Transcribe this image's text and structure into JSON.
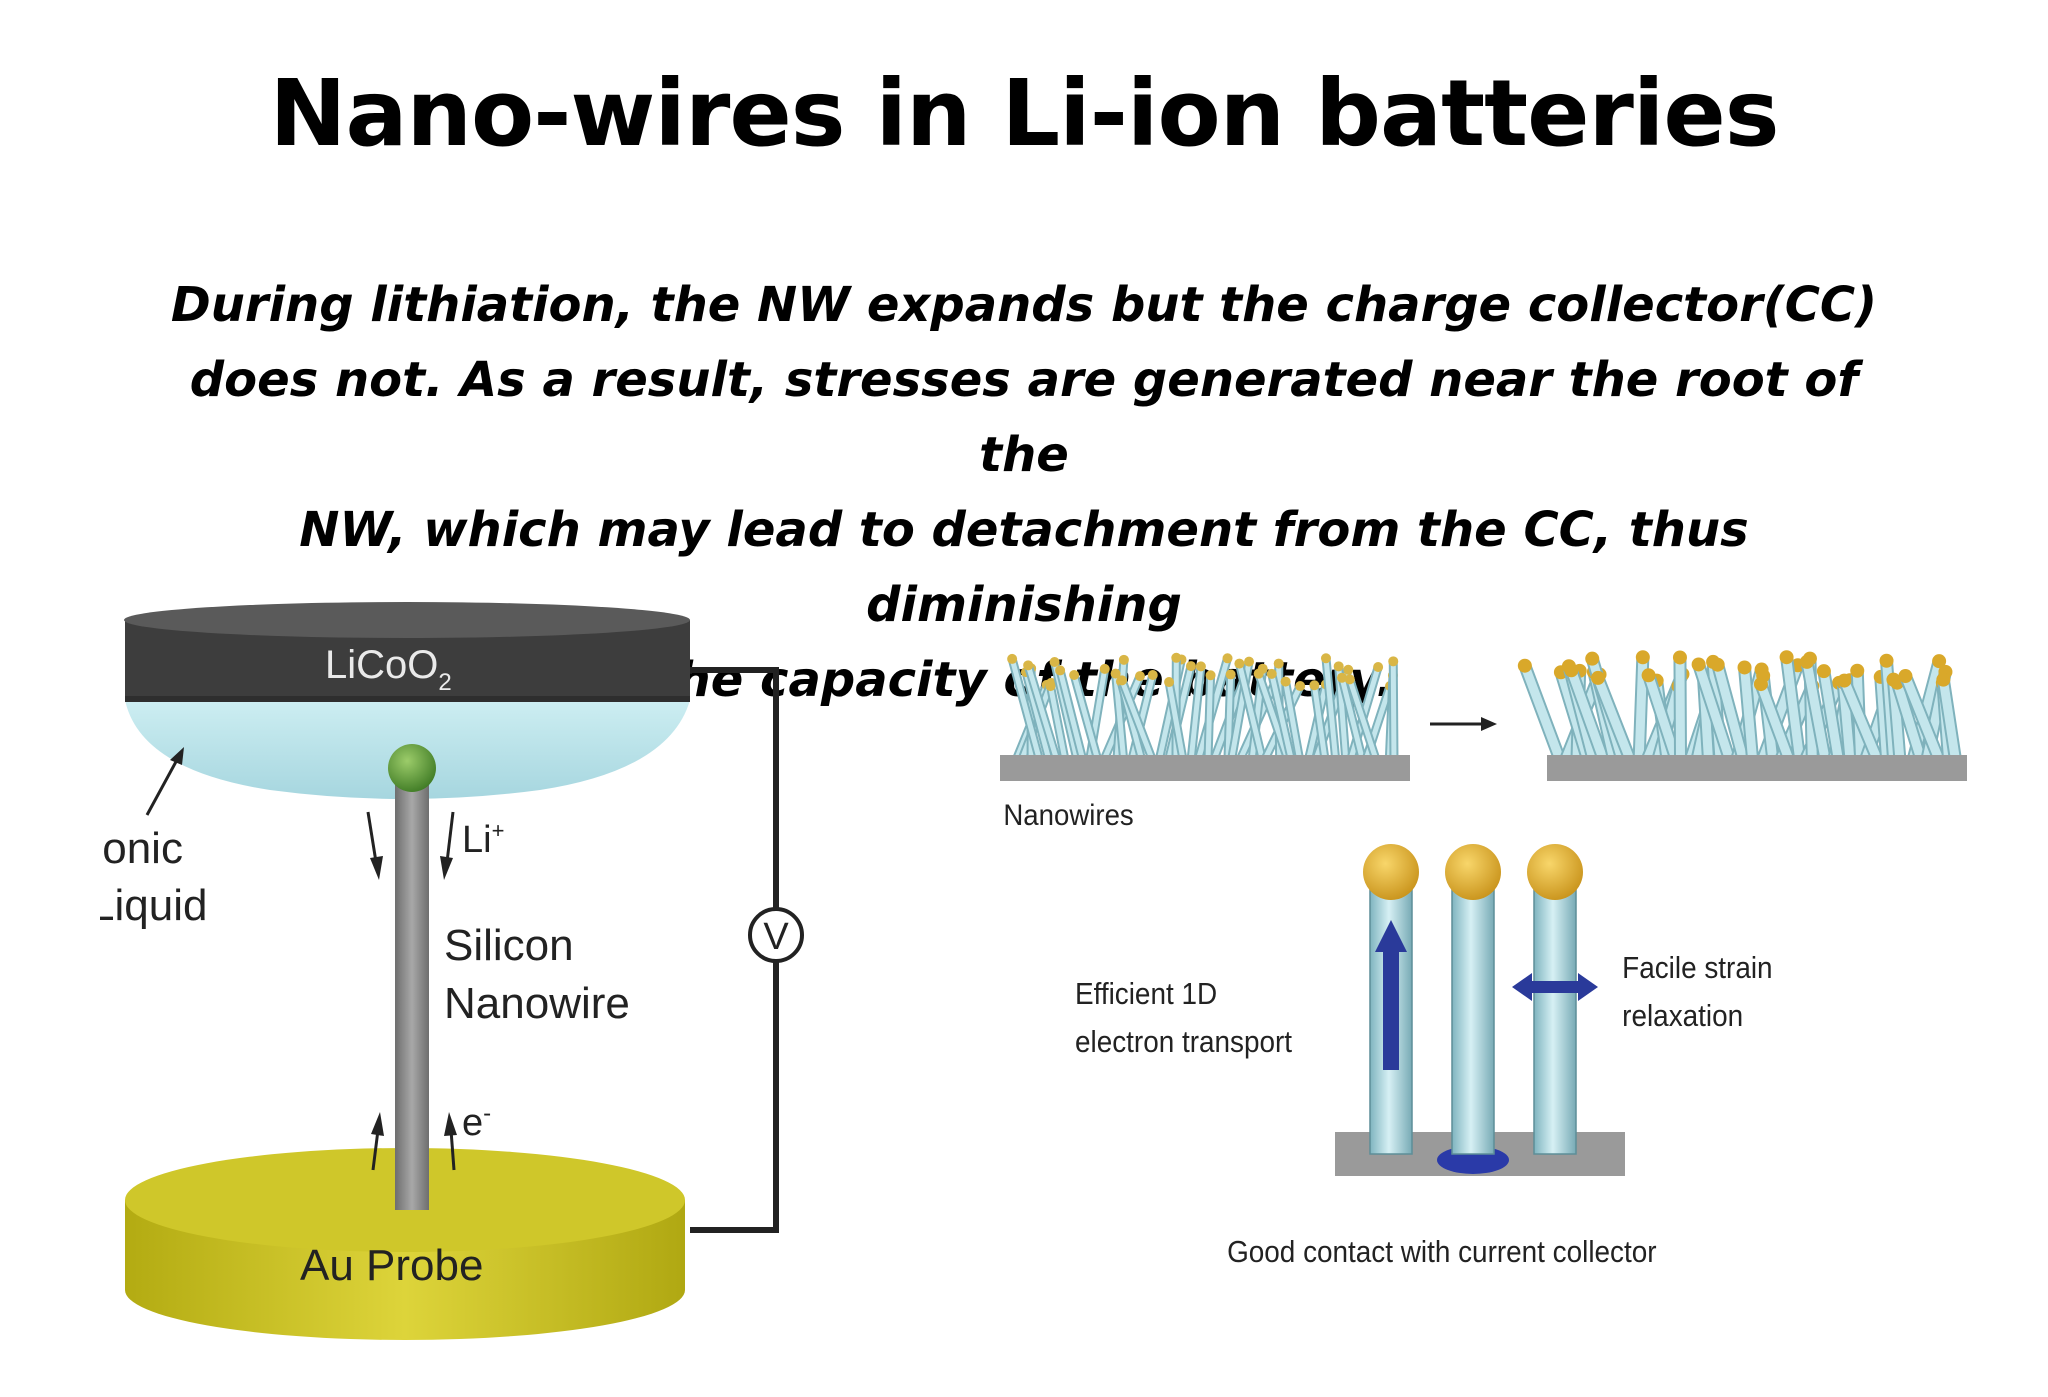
{
  "title": "Nano-wires in Li-ion batteries",
  "paragraph": [
    "During lithiation, the NW expands but the charge collector(CC)",
    "does not. As a result, stresses are generated near the root of the",
    "NW, which may lead to detachment from the CC, thus diminishing",
    "the capacity of the battery."
  ],
  "left_diagram": {
    "cathode_label": "LiCoO",
    "cathode_subscript": "2",
    "electrolyte_label_1": "Ionic",
    "electrolyte_label_2": "Liquid",
    "ion_label": "Li",
    "ion_superscript": "+",
    "wire_label_1": "Silicon",
    "wire_label_2": "Nanowire",
    "electron_label": "e",
    "electron_superscript": "-",
    "meter_label": "V",
    "probe_label": "Au Probe",
    "colors": {
      "cathode": "#3d3d3d",
      "liquid": "#bfe3ea",
      "wire": "#858585",
      "probe": "#c8c01e",
      "tip": "#5a9a3a"
    }
  },
  "right_diagram": {
    "nanowires_label": "Nanowires",
    "efficient_label_1": "Efficient 1D",
    "efficient_label_2": "electron transport",
    "facile_label_1": "Facile strain",
    "facile_label_2": "relaxation",
    "contact_label": "Good contact with current collector",
    "colors": {
      "wire": "#a8d8e0",
      "cap": "#e8b838",
      "substrate": "#9a9a9a",
      "arrow": "#2a3a9a"
    }
  }
}
